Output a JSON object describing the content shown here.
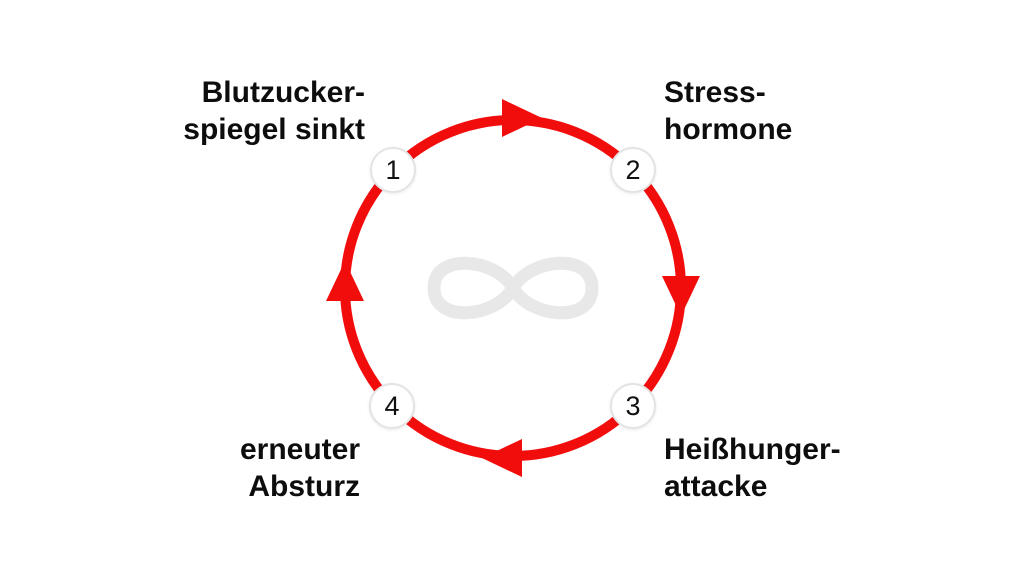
{
  "diagram": {
    "type": "cycle",
    "direction": "clockwise",
    "center_symbol": "infinity",
    "steps": [
      {
        "number": "1",
        "label_line1": "Blutzucker-",
        "label_line2": "spiegel sinkt",
        "position": "top-left"
      },
      {
        "number": "2",
        "label_line1": "Stress-",
        "label_line2": "hormone",
        "position": "top-right"
      },
      {
        "number": "3",
        "label_line1": "Heißhunger-",
        "label_line2": "attacke",
        "position": "bottom-right"
      },
      {
        "number": "4",
        "label_line1": "erneuter",
        "label_line2": "Absturz",
        "position": "bottom-left"
      }
    ]
  },
  "colors": {
    "cycle_red": "#f20d0d",
    "infinity_gray": "#e8e8e8",
    "badge_border": "#e4e4e4",
    "text": "#0d0d0d",
    "background": "#ffffff"
  }
}
